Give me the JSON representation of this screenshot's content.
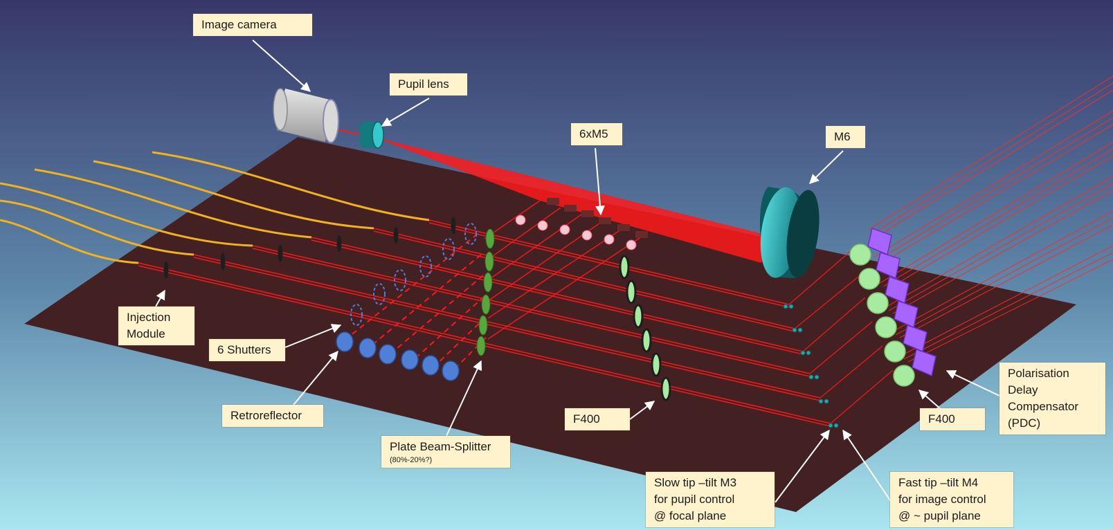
{
  "labels": {
    "image_camera": "Image camera",
    "pupil_lens": "Pupil lens",
    "six_m5": "6xM5",
    "m6": "M6",
    "injection_module": [
      "Injection",
      "Module"
    ],
    "six_shutters": "6 Shutters",
    "retroreflector": "Retroreflector",
    "plate_beam_splitter": "Plate Beam-Splitter",
    "plate_beam_splitter_ratio": "(80%-20%?)",
    "f400_left": "F400",
    "f400_right": "F400",
    "pdc": [
      "Polarisation",
      "Delay",
      "Compensator",
      "(PDC)"
    ],
    "slow_tip_tilt": [
      "Slow tip –tilt M3",
      "for pupil control",
      "@ focal plane"
    ],
    "fast_tip_tilt": [
      "Fast tip –tilt M4",
      "for image control",
      "@ ~ pupil plane"
    ]
  },
  "colors": {
    "background_top": "#37386a",
    "background_bottom": "#a9e6f0",
    "bench": "#432022",
    "beam": "#ff1a1a",
    "fiber": "#f2b21f",
    "callout_fill": "#fff3cd",
    "arrow": "#ffffff",
    "pupil_lens": "#22a8ac",
    "m6": "#1fa3a8",
    "retroreflector": "#4f7fd6",
    "beam_splitter": "#58a63e",
    "f400_lens": "#a6eba0",
    "pdc": "#a864ff"
  },
  "icons": {
    "image_camera": "cylinder-camera-icon",
    "pupil_lens": "lens-icon",
    "m6": "mirror-icon",
    "retroreflector": "retroreflector-icon",
    "pdc": "prism-icon"
  }
}
